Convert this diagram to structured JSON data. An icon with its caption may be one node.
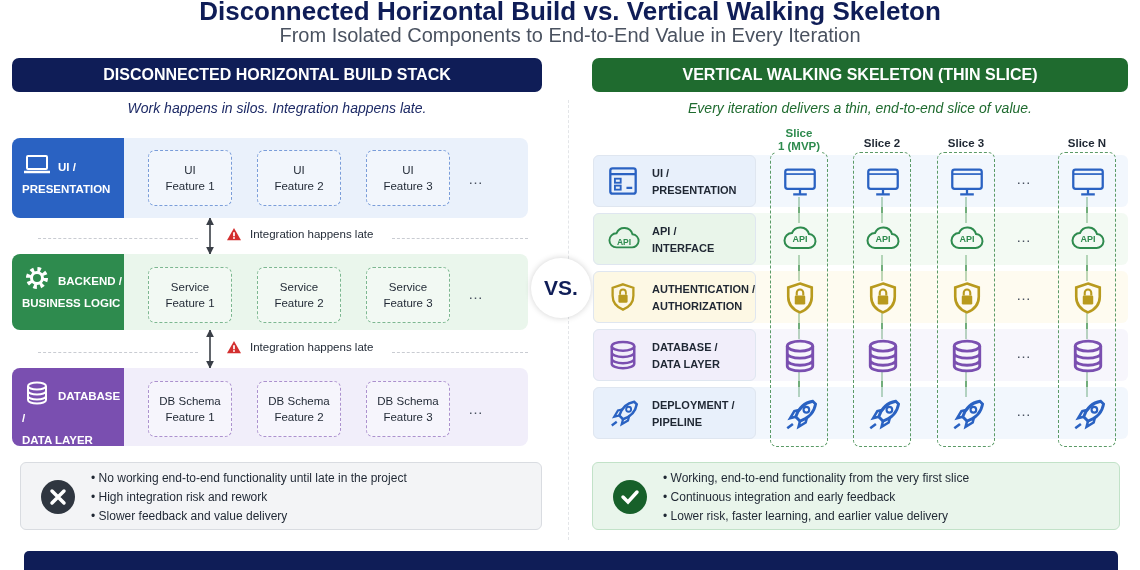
{
  "diagram": {
    "title": "Disconnected Horizontal Build vs. Vertical Walking Skeleton",
    "nodes": [
      {
        "text": [
          "DISCONNECTED HORIZONTAL BUILD STACK"
        ]
      },
      {
        "text": [
          "UI / PRESENTATION"
        ]
      },
      {
        "text": [
          "UI Feature 1"
        ],
        "in": 1
      },
      {
        "text": [
          "UI Feature 2"
        ],
        "in": 1
      },
      {
        "text": [
          "UI Feature 3"
        ],
        "in": 1
      },
      {
        "text": [
          "BACKEND / BUSINESS LOGIC"
        ]
      },
      {
        "text": [
          "Service Feature 1"
        ],
        "in": 5
      },
      {
        "text": [
          "Service Feature 2"
        ],
        "in": 5
      },
      {
        "text": [
          "Service Feature 3"
        ],
        "in": 5
      },
      {
        "text": [
          "DATABASE / DATA LAYER"
        ]
      },
      {
        "text": [
          "DB Schema Feature 1"
        ],
        "in": 9
      },
      {
        "text": [
          "DB Schema Feature 2"
        ],
        "in": 9
      },
      {
        "text": [
          "DB Schema Feature 3"
        ],
        "in": 9
      },
      {
        "text": [
          "• No working end-to-end functionality until late in the project",
          "• High integration risk and rework",
          "• Slower feedback and value delivery"
        ]
      },
      {
        "text": [
          "VS."
        ]
      },
      {
        "text": [
          "VERTICAL WALKING SKELETON (THIN SLICE)"
        ]
      },
      {
        "text": [
          "UI / PRESENTATION"
        ]
      },
      {
        "text": [
          "API",
          "API / INTERFACE"
        ]
      },
      {
        "text": [
          "AUTHENTICATION / AUTHORIZATION"
        ]
      },
      {
        "text": [
          "DATABASE / DATA LAYER"
        ]
      },
      {
        "text": [
          "DEPLOYMENT / PIPELINE"
        ]
      },
      {
        "text": [
          "Slice 1 (MVP)"
        ]
      },
      {
        "text": [],
        "shape": "picture",
        "in": 21
      },
      {
        "text": [
          "API"
        ],
        "in": 21
      },
      {
        "text": [],
        "shape": "picture",
        "in": 21
      },
      {
        "text": [],
        "shape": "picture",
        "in": 21
      },
      {
        "text": [],
        "shape": "picture",
        "in": 21
      },
      {
        "text": [
          "Slice 2"
        ]
      },
      {
        "text": [],
        "shape": "picture",
        "in": 27
      },
      {
        "text": [
          "API"
        ],
        "in": 27
      },
      {
        "text": [],
        "shape": "picture",
        "in": 27
      },
      {
        "text": [],
        "shape": "picture",
        "in": 27
      },
      {
        "text": [],
        "shape": "picture",
        "in": 27
      },
      {
        "text": [
          "Slice 3"
        ]
      },
      {
        "text": [],
        "shape": "picture",
        "in": 33
      },
      {
        "text": [
          "API"
        ],
        "in": 33
      },
      {
        "text": [],
        "shape": "picture",
        "in": 33
      },
      {
        "text": [],
        "shape": "picture",
        "in": 33
      },
      {
        "text": [],
        "shape": "picture",
        "in": 33
      },
      {
        "text": [
          "Slice N"
        ]
      },
      {
        "text": [],
        "shape": "picture",
        "in": 39
      },
      {
        "text": [
          "API"
        ],
        "in": 39
      },
      {
        "text": [],
        "shape": "picture",
        "in": 39
      },
      {
        "text": [],
        "shape": "picture",
        "in": 39
      },
      {
        "text": [],
        "shape": "picture",
        "in": 39
      },
      {
        "text": [
          "• Working, end-to-end functionality from the very first slice",
          "• Continuous integration and early feedback",
          "• Lower risk, faster learning, and earlier value delivery"
        ]
      }
    ],
    "edges": [
      {
        "from": 1,
        "to": 5,
        "arrow": "both",
        "label": "Integration happens late",
        "color": "#3a3f47"
      },
      {
        "from": 5,
        "to": 9,
        "arrow": "both",
        "label": "Integration happens late",
        "color": "#3a3f47"
      },
      {
        "from": 22,
        "to": 23,
        "arrow": "none"
      },
      {
        "from": 23,
        "to": 24,
        "arrow": "none"
      },
      {
        "from": 24,
        "to": 25,
        "arrow": "none"
      },
      {
        "from": 25,
        "to": 26,
        "arrow": "none"
      },
      {
        "from": 28,
        "to": 29,
        "arrow": "none"
      },
      {
        "from": 29,
        "to": 30,
        "arrow": "none"
      },
      {
        "from": 30,
        "to": 31,
        "arrow": "none"
      },
      {
        "from": 31,
        "to": 32,
        "arrow": "none"
      },
      {
        "from": 34,
        "to": 35,
        "arrow": "none"
      },
      {
        "from": 35,
        "to": 36,
        "arrow": "none"
      },
      {
        "from": 36,
        "to": 37,
        "arrow": "none"
      },
      {
        "from": 37,
        "to": 38,
        "arrow": "none"
      },
      {
        "from": 40,
        "to": 41,
        "arrow": "none"
      },
      {
        "from": 41,
        "to": 42,
        "arrow": "none"
      },
      {
        "from": 42,
        "to": 43,
        "arrow": "none"
      },
      {
        "from": 43,
        "to": 44,
        "arrow": "none"
      }
    ],
    "labels": [
      "From Isolated Components to End-to-End Value in Every Iteration",
      "Work happens in silos. Integration happens late.",
      "Every iteration delivers a thin, end-to-end slice of value.",
      "…",
      "…",
      "…",
      "…",
      "…",
      "…",
      "…",
      "…"
    ]
  }
}
